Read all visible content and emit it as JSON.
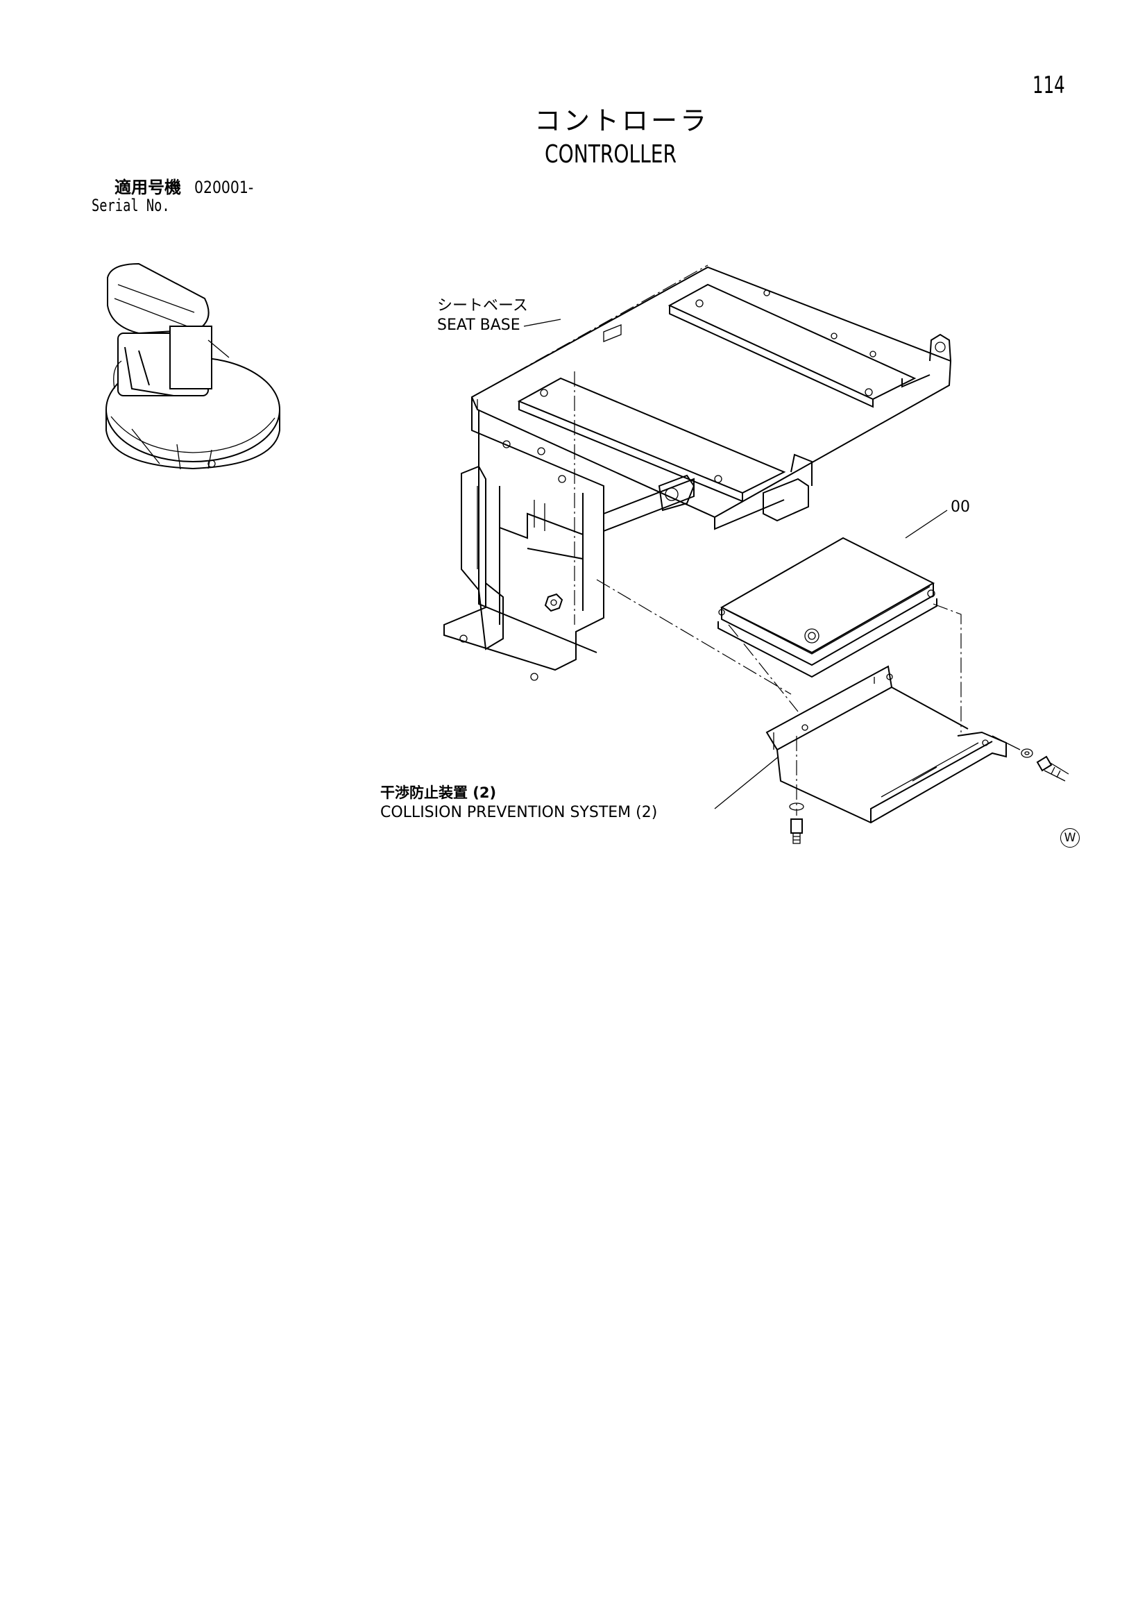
{
  "page": {
    "number": "114"
  },
  "title": {
    "ja": "コントローラ",
    "en": "CONTROLLER"
  },
  "serial": {
    "label_ja": "適用号機",
    "value": "020001-",
    "label_en": "Serial No."
  },
  "labels": {
    "seat_base_ja": "シートベース",
    "seat_base_en": "SEAT BASE",
    "part_number": "00",
    "collision_ja": "干渉防止装置 (2)",
    "collision_en": "COLLISION PREVENTION SYSTEM (2)"
  },
  "marks": {
    "w_symbol": "W"
  },
  "icons": [
    "excavator-thumbnail",
    "seat-base-drawing",
    "controller-drawing",
    "bracket-drawing",
    "bolt-icon",
    "washer-icon"
  ]
}
